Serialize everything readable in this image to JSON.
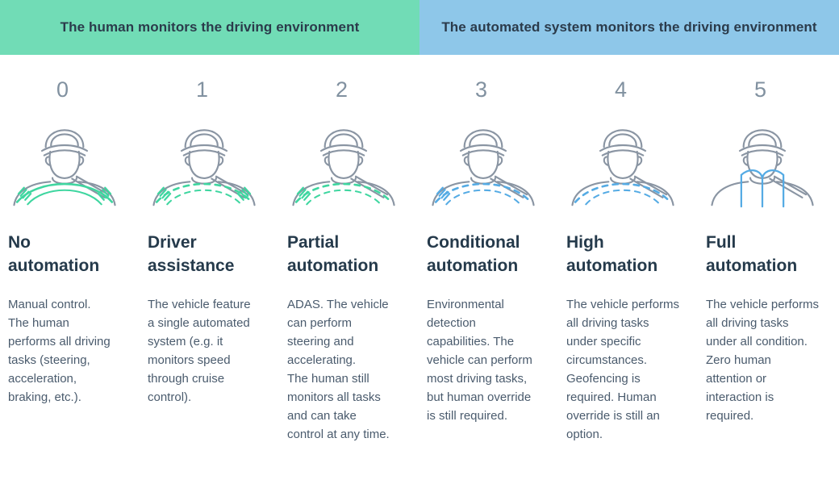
{
  "header": {
    "human_zone": {
      "label": "The human monitors the driving environment",
      "bg": "#71dcb6"
    },
    "automated_zone": {
      "label": "The automated system monitors the driving environment",
      "bg": "#8ec7e9"
    }
  },
  "colors": {
    "banner_text": "#2b3b4b",
    "number_text": "#8191a0",
    "title_text": "#253a4b",
    "body_text": "#4a5b6d",
    "icon_gray": "#8a95a3",
    "icon_green": "#3fd6a0",
    "icon_blue": "#55abe4"
  },
  "levels": [
    {
      "number": "0",
      "title": "No\nautomation",
      "description": "Manual control.\nThe  human\nperforms all driving\ntasks (steering,\nacceleration,\nbraking, etc.).",
      "icon": "driver-hands-on-solid-wheel-icon",
      "variant": {
        "wheel": "solid",
        "accent": "green",
        "hands": "both",
        "book": false
      }
    },
    {
      "number": "1",
      "title": "Driver\nassistance",
      "description": "The vehicle feature\na single automated\nsystem (e.g. it\nmonitors speed\nthrough cruise\ncontrol).",
      "icon": "driver-hands-on-assisted-wheel-icon",
      "variant": {
        "wheel": "dashed",
        "accent": "green",
        "hands": "both",
        "book": false
      }
    },
    {
      "number": "2",
      "title": "Partial\nautomation",
      "description": "ADAS. The vehicle\ncan perform\nsteering and\naccelerating.\nThe human still\nmonitors all tasks\nand can take\ncontrol at any time.",
      "icon": "driver-one-hand-wheel-icon",
      "variant": {
        "wheel": "dashed",
        "accent": "green",
        "hands": "left",
        "book": false
      }
    },
    {
      "number": "3",
      "title": "Conditional\nautomation",
      "description": "Environmental\ndetection\ncapabilities. The\nvehicle can perform\nmost driving tasks,\nbut human override\nis still required.",
      "icon": "driver-one-hand-automated-wheel-icon",
      "variant": {
        "wheel": "dashed",
        "accent": "blue",
        "hands": "left",
        "book": false
      }
    },
    {
      "number": "4",
      "title": "High\nautomation",
      "description": "The vehicle performs\nall driving tasks\nunder specific\ncircumstances.\nGeofencing is\nrequired. Human\noverride is still an\noption.",
      "icon": "driver-hands-free-wheel-icon",
      "variant": {
        "wheel": "dashed",
        "accent": "blue",
        "hands": "none",
        "book": false
      }
    },
    {
      "number": "5",
      "title": "Full\nautomation",
      "description": "The vehicle performs\nall driving tasks\nunder all condition.\nZero human\nattention or\ninteraction is\nrequired.",
      "icon": "driver-reading-book-icon",
      "variant": {
        "wheel": "none",
        "accent": "blue",
        "hands": "none",
        "book": true
      }
    }
  ]
}
